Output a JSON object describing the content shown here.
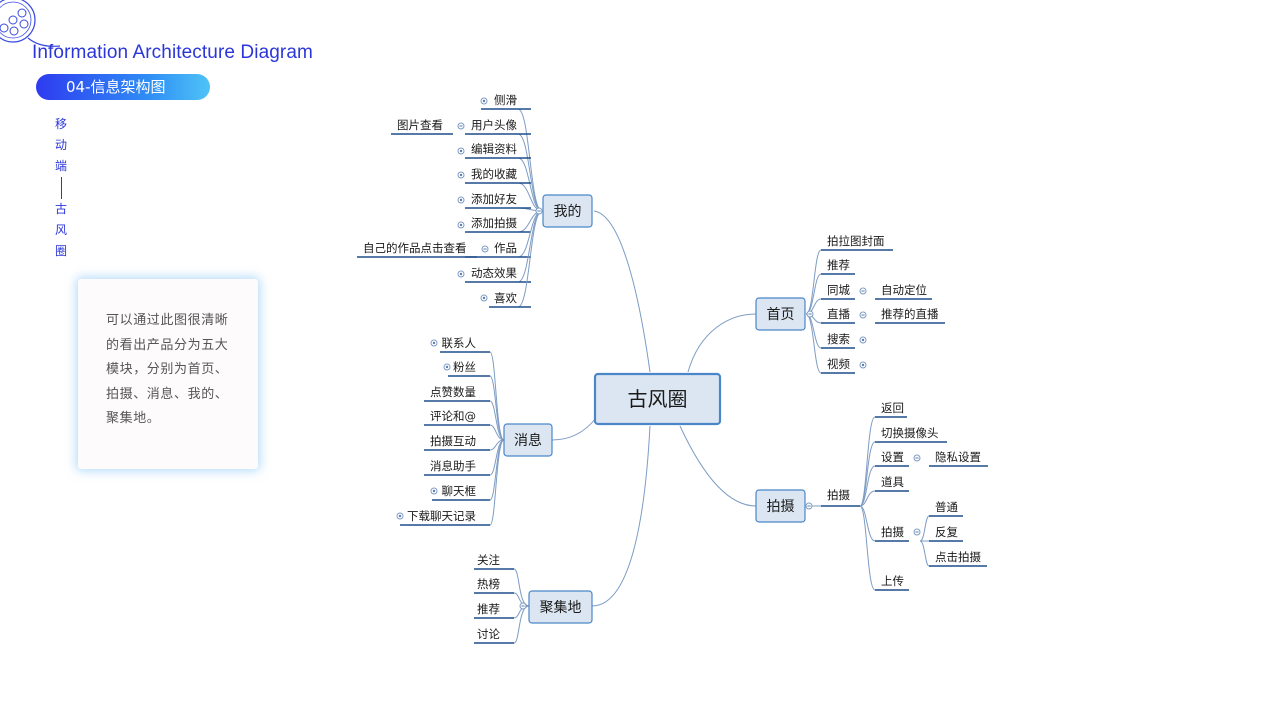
{
  "header": {
    "title": "Information Architecture Diagram",
    "subtitle": "04-信息架构图",
    "side_label": [
      "移",
      "动",
      "端",
      "古",
      "风",
      "圈"
    ]
  },
  "description": "可以通过此图很清晰的看出产品分为五大模块，分别为首页、拍摄、消息、我的、聚集地。",
  "colors": {
    "accent": "#2b36d8",
    "pill_start": "#2e3bf0",
    "pill_end": "#4fc3f7",
    "node_fill": "#dce6f2",
    "node_border": "#4a86c8",
    "line": "#1f4e8a"
  },
  "mindmap": {
    "root": "古风圈",
    "wode": {
      "label": "我的",
      "items": [
        "侧滑",
        "用户头像",
        "编辑资料",
        "我的收藏",
        "添加好友",
        "添加拍摄",
        "作品",
        "动态效果",
        "喜欢"
      ],
      "sub_avatar": "图片查看",
      "sub_works": "自己的作品点击查看"
    },
    "xiaoxi": {
      "label": "消息",
      "items": [
        "联系人",
        "粉丝",
        "点赞数量",
        "评论和@",
        "拍摄互动",
        "消息助手",
        "聊天框",
        "下载聊天记录"
      ]
    },
    "jujidi": {
      "label": "聚集地",
      "items": [
        "关注",
        "热榜",
        "推荐",
        "讨论"
      ]
    },
    "shouye": {
      "label": "首页",
      "items": [
        "拍拉图封面",
        "推荐",
        "同城",
        "直播",
        "搜索",
        "视频"
      ],
      "sub_tongcheng": "自动定位",
      "sub_zhibo": "推荐的直播"
    },
    "paishe": {
      "label": "拍摄",
      "mid": "拍摄",
      "items": [
        "返回",
        "切换摄像头",
        "设置",
        "道具",
        "拍摄",
        "上传"
      ],
      "sub_settings": "隐私设置",
      "sub_shoot": [
        "普通",
        "反复",
        "点击拍摄"
      ]
    }
  }
}
